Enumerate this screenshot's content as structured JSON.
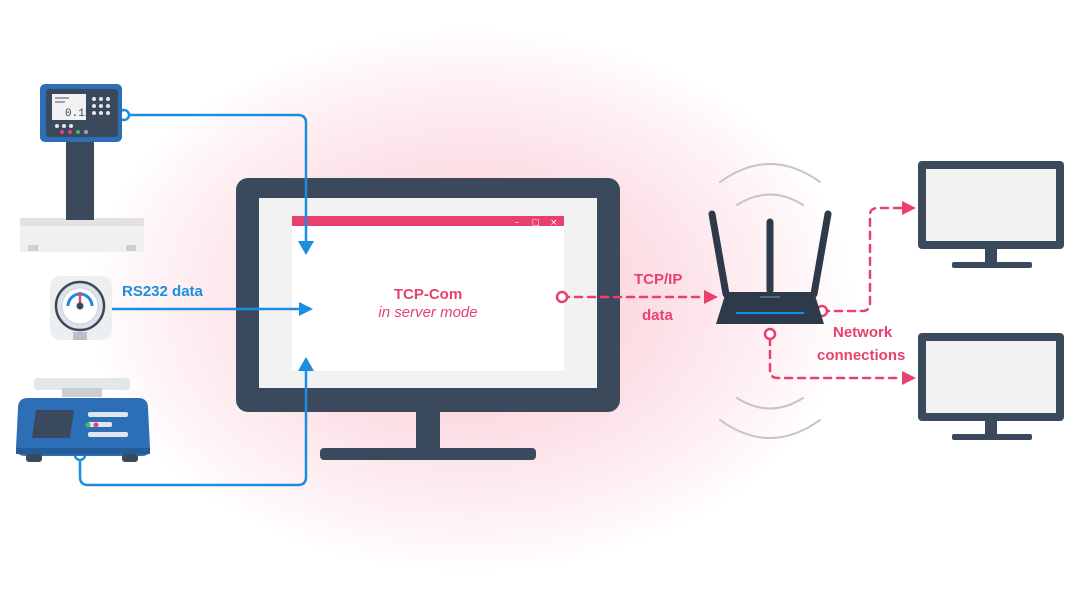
{
  "app": {
    "title": "TCP-Com",
    "subtitle": "in server mode",
    "window_controls": {
      "minimize": "–",
      "maximize": "□",
      "close": "×"
    }
  },
  "labels": {
    "serial_input": "RS232 data",
    "tcp_line1": "TCP/IP",
    "tcp_line2": "data",
    "net_line1": "Network",
    "net_line2": "connections"
  },
  "devices": {
    "scale_display_value": "0.12"
  },
  "colors": {
    "serial_line": "#1b8ee0",
    "network_line": "#e8416e",
    "device_dark": "#3a4a5c",
    "screen": "#f2f2f2",
    "glow": "#ee466e"
  }
}
